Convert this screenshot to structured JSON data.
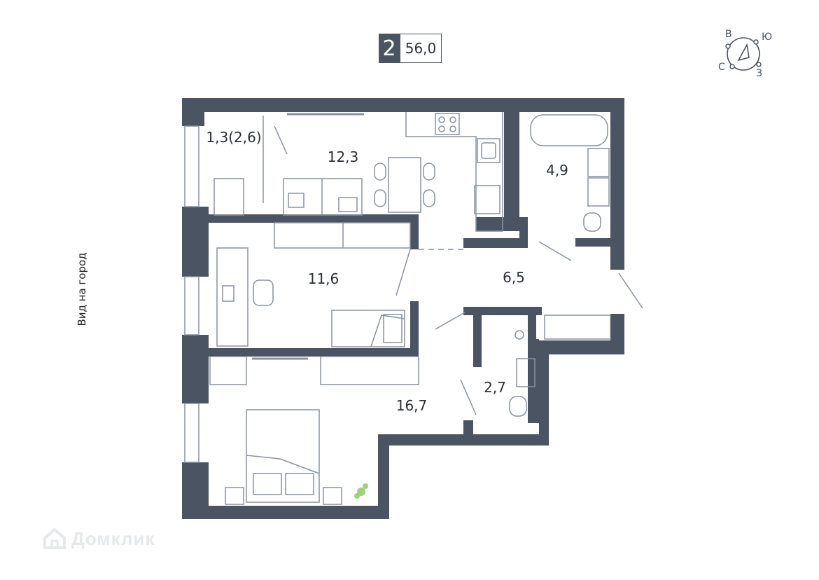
{
  "badge": {
    "rooms": "2",
    "area": "56,0"
  },
  "compass": {
    "north_label": "В",
    "east_label": "Ю",
    "west_label": "С",
    "south_label": "З"
  },
  "view_label": "Вид на город",
  "rooms": {
    "balcony": "1,3(2,6)",
    "kitchen_living": "12,3",
    "bathroom": "4,9",
    "room_office": "11,6",
    "hall": "6,5",
    "bedroom": "16,7",
    "wc": "2,7"
  },
  "brand": {
    "name": "Домклик",
    "icon": "house-logo-icon"
  },
  "colors": {
    "wall": "#4a5462",
    "furniture": "#8792a0",
    "text": "#2a2f36",
    "watermark": "#e6e8eb"
  }
}
